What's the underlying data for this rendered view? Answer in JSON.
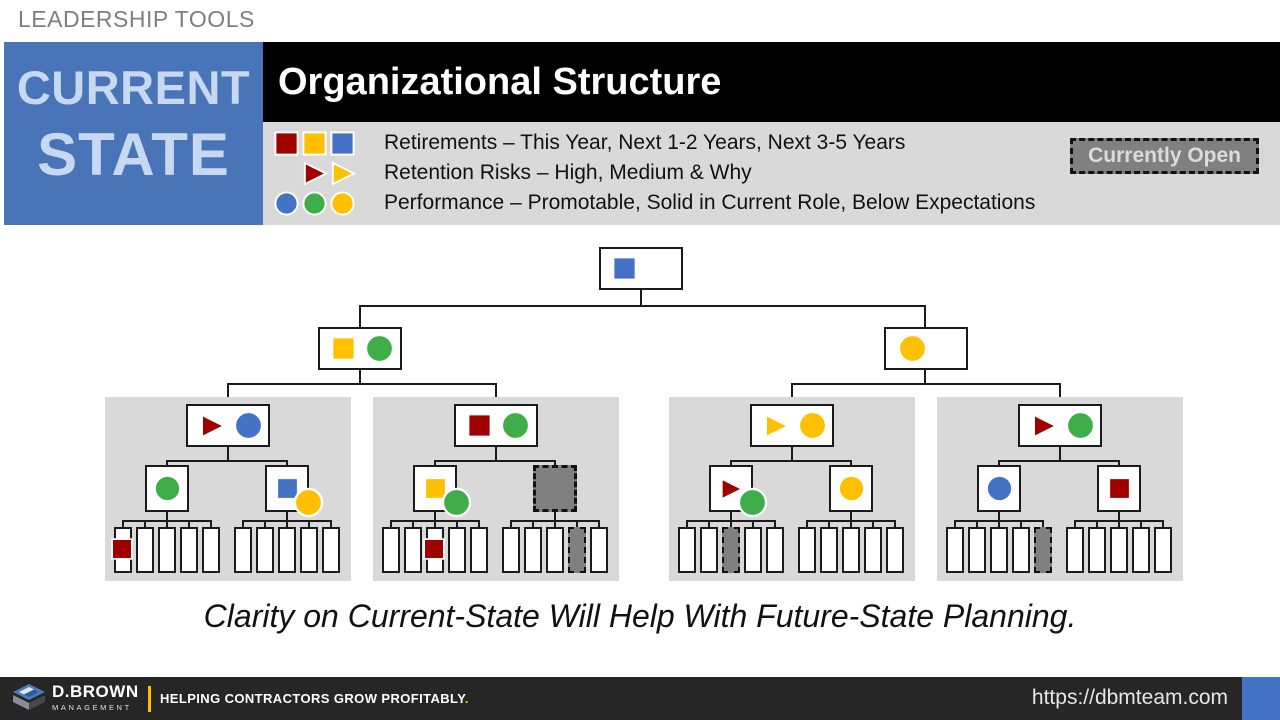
{
  "colors": {
    "darkred": "#A00000",
    "yellow": "#FFC000",
    "blue": "#4472C4",
    "green": "#3FAE49",
    "open_gray": "#808080",
    "panel_gray": "#D9D9D9",
    "header_blue": "#4A74B8",
    "footer_bg": "#262626",
    "accent_gold": "#FFC000"
  },
  "eyebrow": "LEADERSHIP TOOLS",
  "state_box": {
    "line1": "CURRENT",
    "line2": "STATE"
  },
  "title": "Organizational Structure",
  "legend": {
    "rows": [
      {
        "icons": [
          {
            "shape": "square",
            "color": "darkred"
          },
          {
            "shape": "square",
            "color": "yellow"
          },
          {
            "shape": "square",
            "color": "blue"
          }
        ],
        "text": "Retirements – This Year, Next 1-2 Years, Next 3-5 Years"
      },
      {
        "icons": [
          {
            "shape": "triangle",
            "color": "darkred"
          },
          {
            "shape": "triangle",
            "color": "yellow"
          }
        ],
        "text": "Retention Risks – High, Medium & Why"
      },
      {
        "icons": [
          {
            "shape": "circle",
            "color": "blue"
          },
          {
            "shape": "circle",
            "color": "green"
          },
          {
            "shape": "circle",
            "color": "yellow"
          }
        ],
        "text": "Performance – Promotable, Solid in Current Role, Below Expectations"
      }
    ],
    "badge": "Currently Open"
  },
  "org_chart": {
    "root": {
      "shapes": [
        {
          "shape": "square",
          "color": "blue"
        }
      ]
    },
    "managers": [
      {
        "shapes": [
          {
            "shape": "square",
            "color": "yellow"
          },
          {
            "shape": "circle",
            "color": "green"
          }
        ]
      },
      {
        "shapes": [
          {
            "shape": "circle",
            "color": "yellow"
          }
        ]
      }
    ],
    "panels": [
      {
        "supervisor": {
          "shapes": [
            {
              "shape": "triangle",
              "color": "darkred"
            },
            {
              "shape": "circle",
              "color": "blue"
            }
          ]
        },
        "teams": [
          {
            "lead": {
              "shapes": [
                {
                  "shape": "circle",
                  "color": "green"
                }
              ]
            },
            "workers": [
              {
                "state": "plain",
                "badge": {
                  "shape": "square",
                  "color": "darkred"
                }
              },
              {
                "state": "plain"
              },
              {
                "state": "plain"
              },
              {
                "state": "plain"
              },
              {
                "state": "plain"
              }
            ]
          },
          {
            "lead": {
              "shapes": [
                {
                  "shape": "square",
                  "color": "blue"
                }
              ],
              "overlay": {
                "shape": "circle",
                "color": "yellow"
              }
            },
            "workers": [
              {
                "state": "plain"
              },
              {
                "state": "plain"
              },
              {
                "state": "plain"
              },
              {
                "state": "plain"
              },
              {
                "state": "plain"
              }
            ]
          }
        ]
      },
      {
        "supervisor": {
          "shapes": [
            {
              "shape": "square",
              "color": "darkred"
            },
            {
              "shape": "circle",
              "color": "green"
            }
          ]
        },
        "teams": [
          {
            "lead": {
              "shapes": [
                {
                  "shape": "square",
                  "color": "yellow"
                }
              ],
              "overlay": {
                "shape": "circle",
                "color": "green"
              }
            },
            "workers": [
              {
                "state": "plain"
              },
              {
                "state": "plain"
              },
              {
                "state": "plain",
                "badge": {
                  "shape": "square",
                  "color": "darkred"
                }
              },
              {
                "state": "plain"
              },
              {
                "state": "plain"
              }
            ]
          },
          {
            "lead": {
              "state": "open"
            },
            "workers": [
              {
                "state": "plain"
              },
              {
                "state": "plain"
              },
              {
                "state": "plain"
              },
              {
                "state": "open"
              },
              {
                "state": "plain"
              }
            ]
          }
        ]
      },
      {
        "supervisor": {
          "shapes": [
            {
              "shape": "triangle",
              "color": "yellow"
            },
            {
              "shape": "circle",
              "color": "yellow"
            }
          ]
        },
        "teams": [
          {
            "lead": {
              "shapes": [
                {
                  "shape": "triangle",
                  "color": "darkred"
                }
              ],
              "overlay": {
                "shape": "circle",
                "color": "green"
              }
            },
            "workers": [
              {
                "state": "plain"
              },
              {
                "state": "plain"
              },
              {
                "state": "open"
              },
              {
                "state": "plain"
              },
              {
                "state": "plain"
              }
            ]
          },
          {
            "lead": {
              "shapes": [
                {
                  "shape": "circle",
                  "color": "yellow"
                }
              ]
            },
            "workers": [
              {
                "state": "plain"
              },
              {
                "state": "plain"
              },
              {
                "state": "plain"
              },
              {
                "state": "plain"
              },
              {
                "state": "plain"
              }
            ]
          }
        ]
      },
      {
        "supervisor": {
          "shapes": [
            {
              "shape": "triangle",
              "color": "darkred"
            },
            {
              "shape": "circle",
              "color": "green"
            }
          ]
        },
        "teams": [
          {
            "lead": {
              "shapes": [
                {
                  "shape": "circle",
                  "color": "blue"
                }
              ]
            },
            "workers": [
              {
                "state": "plain"
              },
              {
                "state": "plain"
              },
              {
                "state": "plain"
              },
              {
                "state": "plain"
              },
              {
                "state": "open"
              }
            ]
          },
          {
            "lead": {
              "shapes": [
                {
                  "shape": "square",
                  "color": "darkred"
                }
              ]
            },
            "workers": [
              {
                "state": "plain"
              },
              {
                "state": "plain"
              },
              {
                "state": "plain"
              },
              {
                "state": "plain"
              },
              {
                "state": "plain"
              }
            ]
          }
        ]
      }
    ]
  },
  "caption": "Clarity on Current-State Will Help With Future-State Planning.",
  "footer": {
    "logo_name": "D.BROWN",
    "logo_sub": "MANAGEMENT",
    "tagline": "HELPING CONTRACTORS GROW PROFITABLY",
    "tagline_period": ".",
    "url": "https://dbmteam.com"
  }
}
